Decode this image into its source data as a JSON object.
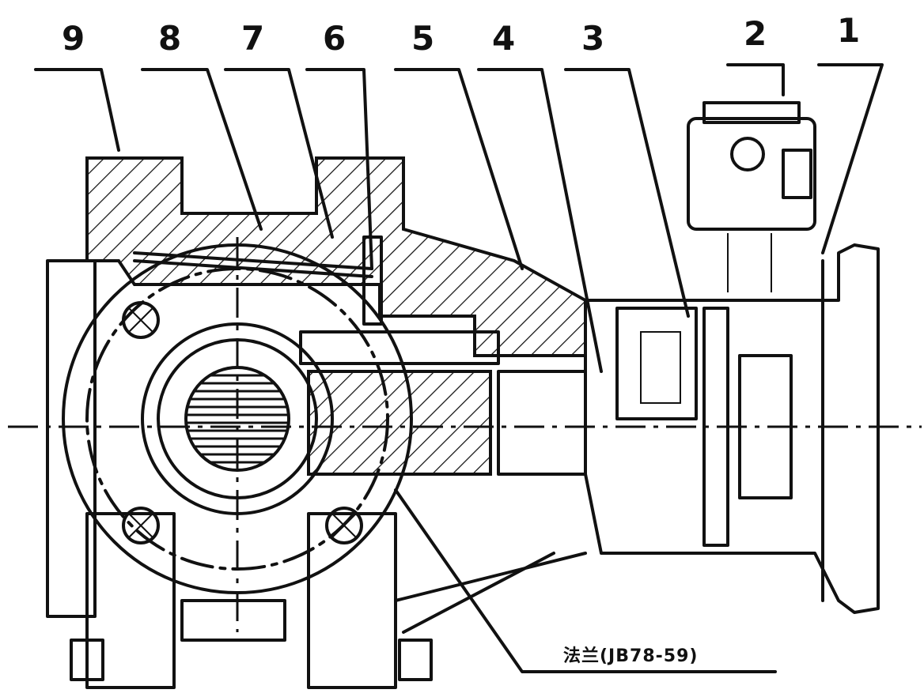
{
  "callouts": [
    {
      "id": "9",
      "label": "9"
    },
    {
      "id": "8",
      "label": "8"
    },
    {
      "id": "7",
      "label": "7"
    },
    {
      "id": "6",
      "label": "6"
    },
    {
      "id": "5",
      "label": "5"
    },
    {
      "id": "4",
      "label": "4"
    },
    {
      "id": "3",
      "label": "3"
    },
    {
      "id": "2",
      "label": "2"
    },
    {
      "id": "1",
      "label": "1"
    }
  ],
  "flange_note": "法兰(JB78-59)"
}
